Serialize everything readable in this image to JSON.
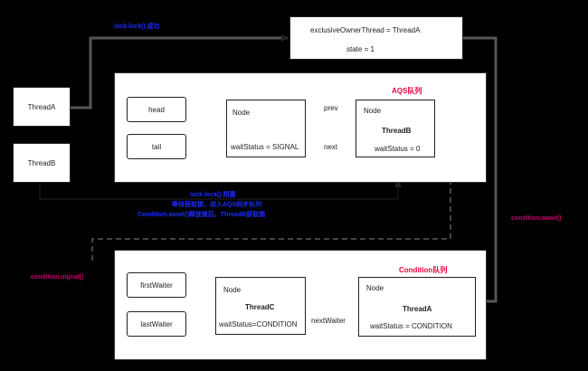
{
  "threadA": {
    "label": "ThreadA"
  },
  "threadB": {
    "label": "ThreadB"
  },
  "lockCall": {
    "label": "lock.lock() 成功"
  },
  "lockCall2": {
    "line1": "lock.lock() 阻塞",
    "line2": "等待获取锁，进入AQS同步队列",
    "line3": "Condition.await()释放锁后，ThreadB获取锁"
  },
  "owner": {
    "line1": "exclusiveOwnerThread = ThreadA",
    "line2": "state = 1"
  },
  "aqs": {
    "title": "AQS队列",
    "head": "head",
    "tail": "tail",
    "node1": {
      "label": "Node",
      "status": "waitStatus = SIGNAL"
    },
    "node2": {
      "label": "Node",
      "thread": "ThreadB",
      "status": "waitStatus = 0"
    },
    "prev": "prev",
    "next": "next"
  },
  "condition": {
    "title": "Condition队列",
    "firstWaiter": "firstWaiter",
    "lastWaiter": "lastWaiter",
    "node1": {
      "label": "Node",
      "thread": "ThreadC",
      "status": "waitStatus=CONDITION"
    },
    "node2": {
      "label": "Node",
      "thread": "ThreadA",
      "status": "waitStatus = CONDITION"
    },
    "nextWaiter": "nextWaiter"
  },
  "awaitLabel": "condition.await()",
  "signalLabel": "condition.signal()"
}
